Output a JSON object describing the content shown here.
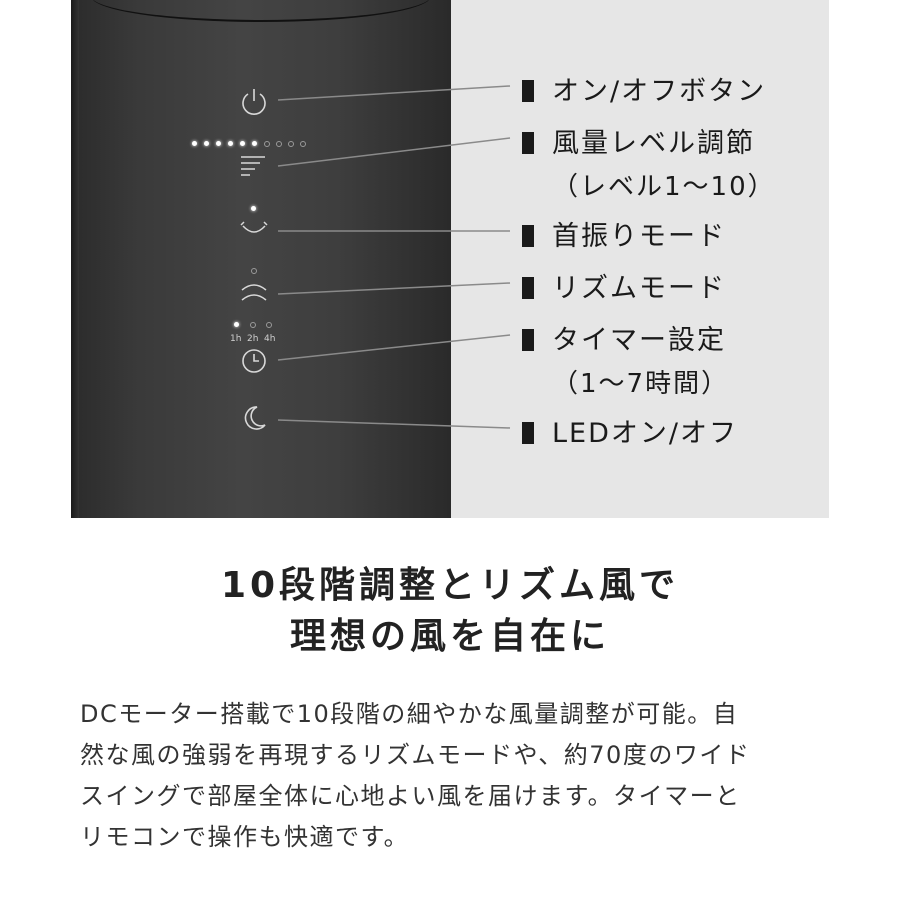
{
  "callouts": [
    {
      "label": "オン/オフボタン",
      "sub": ""
    },
    {
      "label": "風量レベル調節",
      "sub": "（レベル1〜10）"
    },
    {
      "label": "首振りモード",
      "sub": ""
    },
    {
      "label": "リズムモード",
      "sub": ""
    },
    {
      "label": "タイマー設定",
      "sub": "（1〜7時間）"
    },
    {
      "label": "LEDオン/オフ",
      "sub": ""
    }
  ],
  "timer_labels": [
    "1h",
    "2h",
    "4h"
  ],
  "fan_level": {
    "on": 6,
    "total": 10
  },
  "headline": {
    "line1": "10段階調整とリズム風で",
    "line2": "理想の風を自在に"
  },
  "body": {
    "line1": "DCモーター搭載で10段階の細やかな風量調整が可能。自",
    "line2": "然な風の強弱を再現するリズムモードや、約70度のワイド",
    "line3": "スイングで部屋全体に心地よい風を届けます。タイマーと",
    "line4": "リモコンで操作も快適です。"
  },
  "icons": [
    "power-icon",
    "fan-level-icon",
    "swing-icon",
    "rhythm-icon",
    "timer-icon",
    "moon-icon"
  ]
}
